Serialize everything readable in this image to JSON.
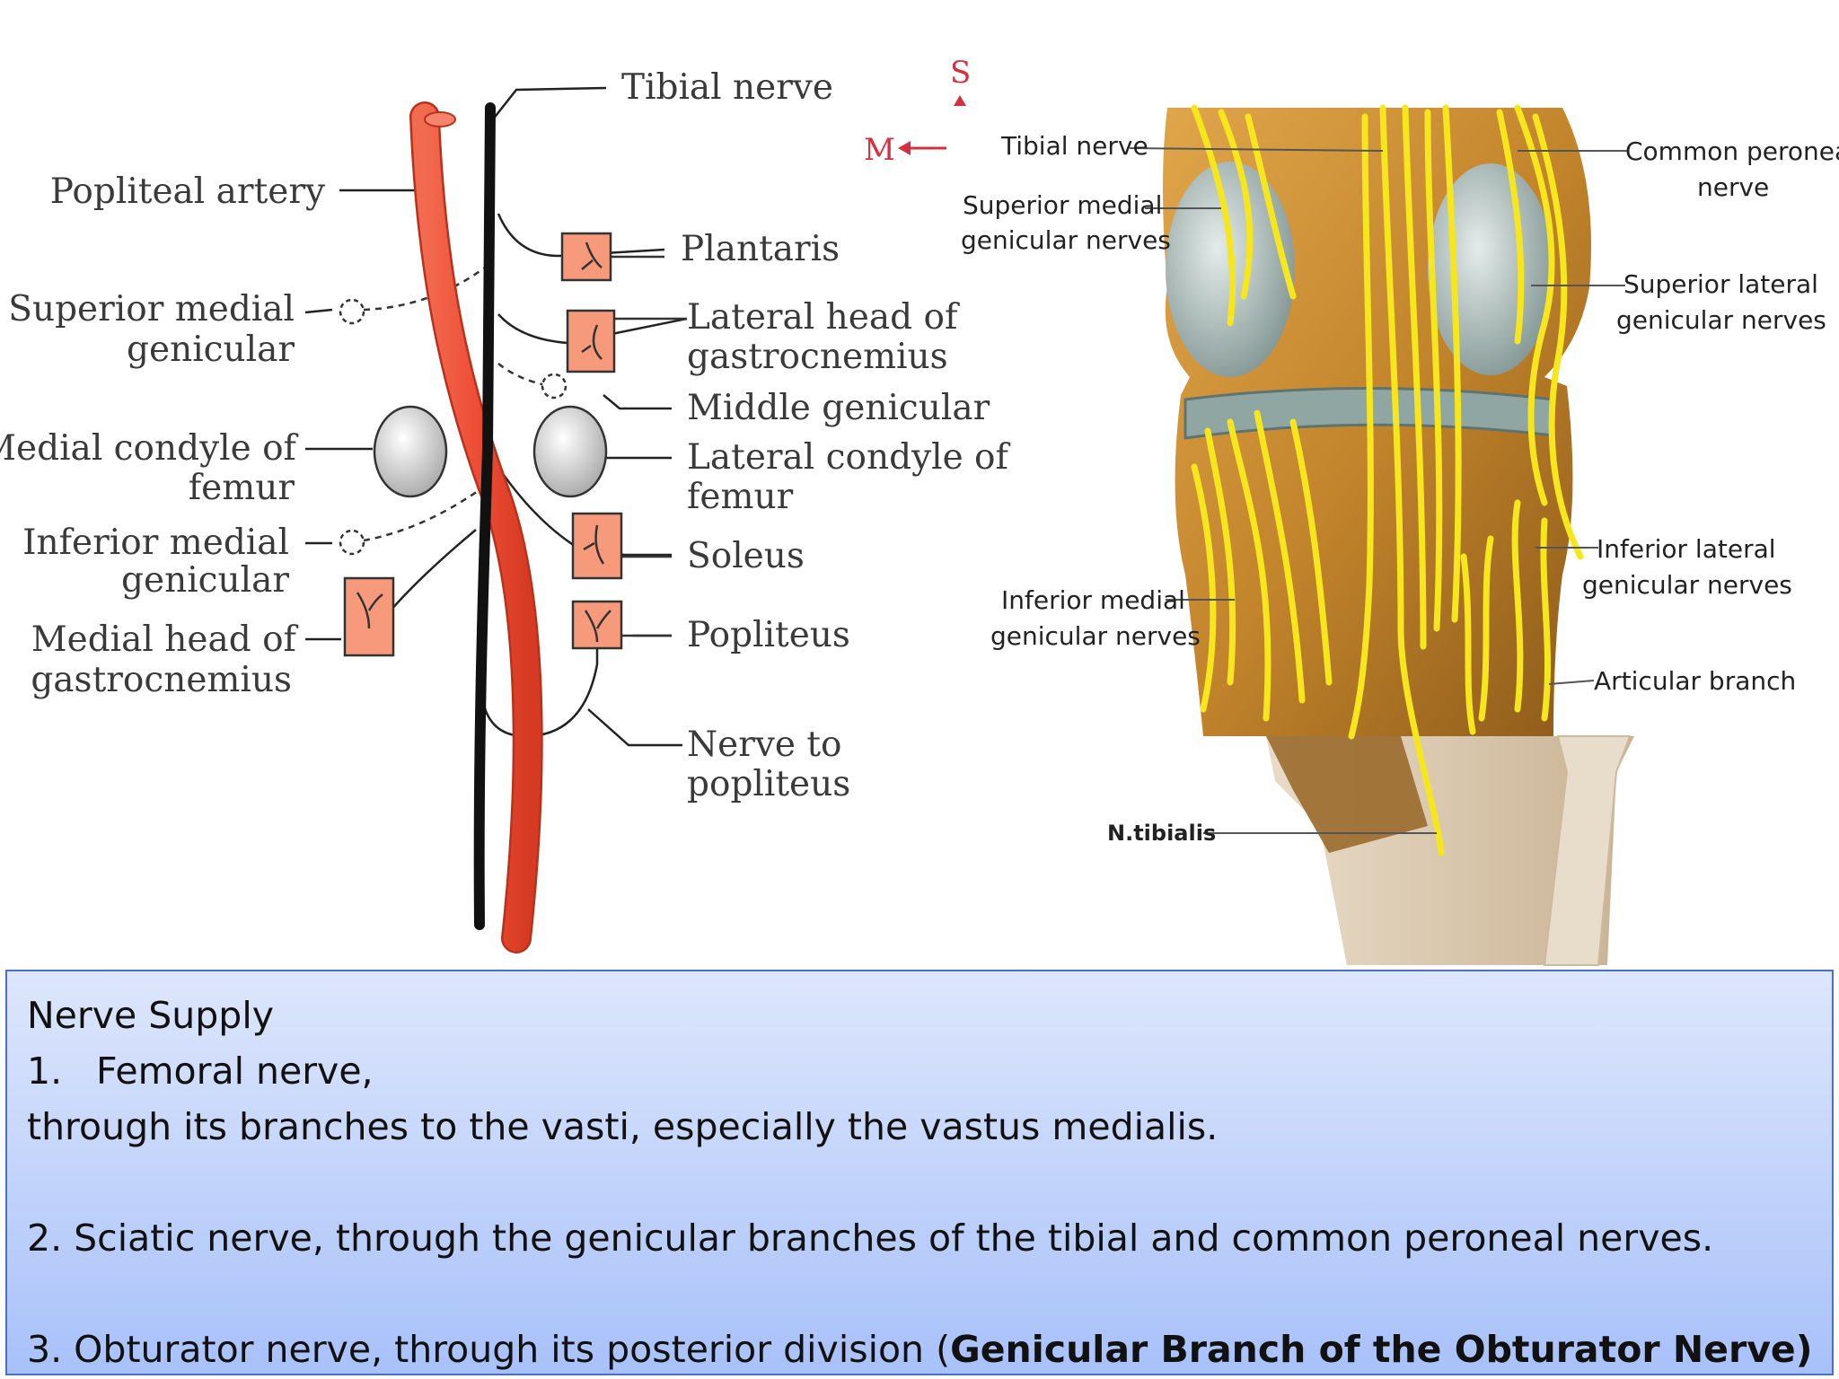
{
  "left_diagram": {
    "labels": {
      "tibial_nerve": "Tibial nerve",
      "popliteal_artery": "Popliteal artery",
      "superior_medial_1": "Superior medial",
      "superior_medial_2": "genicular",
      "medial_condyle_1": "Medial condyle of",
      "medial_condyle_2": "femur",
      "inferior_medial_1": "Inferior medial",
      "inferior_medial_2": "genicular",
      "medial_head_1": "Medial head of",
      "medial_head_2": "gastrocnemius",
      "plantaris": "Plantaris",
      "lateral_head_1": "Lateral head of",
      "lateral_head_2": "gastrocnemius",
      "middle_genicular": "Middle genicular",
      "lateral_condyle_1": "Lateral condyle of",
      "lateral_condyle_2": "femur",
      "soleus": "Soleus",
      "popliteus": "Popliteus",
      "nerve_to_popliteus_1": "Nerve to",
      "nerve_to_popliteus_2": "popliteus"
    },
    "orientation": {
      "superior": "S",
      "medial": "M"
    },
    "colors": {
      "artery": "#f0573c",
      "nerve": "#111111",
      "muscle_box": "#f79a7c"
    }
  },
  "right_diagram": {
    "labels": {
      "tibial_nerve": "Tibial nerve",
      "superior_medial_1": "Superior medial",
      "superior_medial_2": "genicular nerves",
      "common_peroneal_1": "Common peroneal",
      "common_peroneal_2": "nerve",
      "superior_lateral_1": "Superior lateral",
      "superior_lateral_2": "genicular nerves",
      "inferior_lateral_1": "Inferior lateral",
      "inferior_lateral_2": "genicular nerves",
      "inferior_medial_1": "Inferior medial",
      "inferior_medial_2": "genicular nerves",
      "articular_branch": "Articular branch",
      "n_tibialis": "N.tibialis"
    },
    "colors": {
      "nerve": "#f6e61e",
      "bone": "#c98a2e",
      "cartilage": "#9fb3b0"
    }
  },
  "textbox": {
    "heading": "Nerve Supply",
    "item1_num": "1.",
    "item1_title": "Femoral nerve,",
    "item1_detail": " through its branches to the vasti, especially the vastus medialis.",
    "item2": "2. Sciatic nerve, through the genicular branches of the tibial and common peroneal nerves.",
    "item3_plain": "3. Obturator nerve, through its posterior division (",
    "item3_bold": "Genicular Branch of the Obturator Nerve)"
  }
}
